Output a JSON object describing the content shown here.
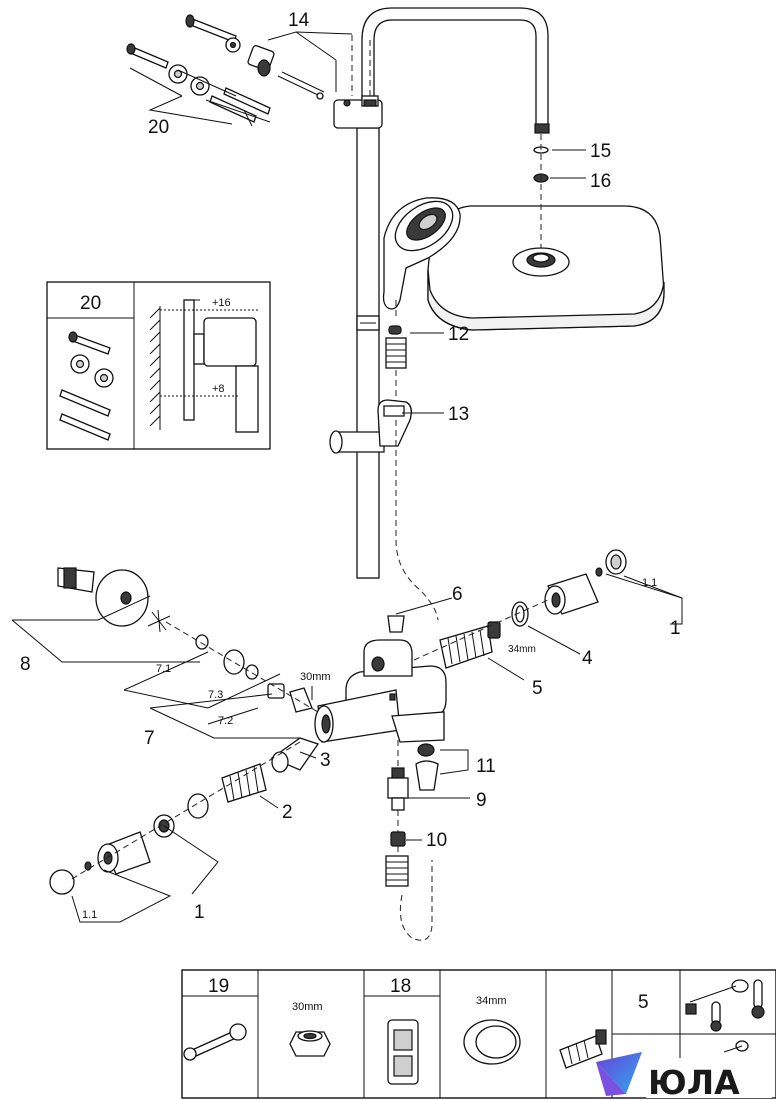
{
  "callouts": {
    "c14": "14",
    "c20": "20",
    "c15": "15",
    "c16": "16",
    "c12": "12",
    "c13": "13",
    "c6": "6",
    "c11_right": "1.1",
    "c1_right": "1",
    "c4": "4",
    "c5": "5",
    "c8": "8",
    "c7_1": "7.1",
    "c7_3": "7.3",
    "c7_2": "7.2",
    "c7": "7",
    "c3": "3",
    "c2": "2",
    "c11": "11",
    "c9": "9",
    "c10": "10",
    "c1_left": "1",
    "c11_left": "1.1"
  },
  "dimensions": {
    "nut_30": "30mm",
    "ring_34": "34mm"
  },
  "inset": {
    "title": "20",
    "offset_top": "+16",
    "offset_bottom": "+8"
  },
  "tool_table": {
    "col_19": "19",
    "col_30": "30mm",
    "col_18": "18",
    "col_34": "34mm",
    "col_5": "5"
  },
  "brand": {
    "name": "ЮЛА"
  },
  "colors": {
    "line": "#111111",
    "dark_part": "#3a3a3a",
    "brand_purple": "#6a3fd8",
    "brand_blue": "#2ea8e6"
  }
}
